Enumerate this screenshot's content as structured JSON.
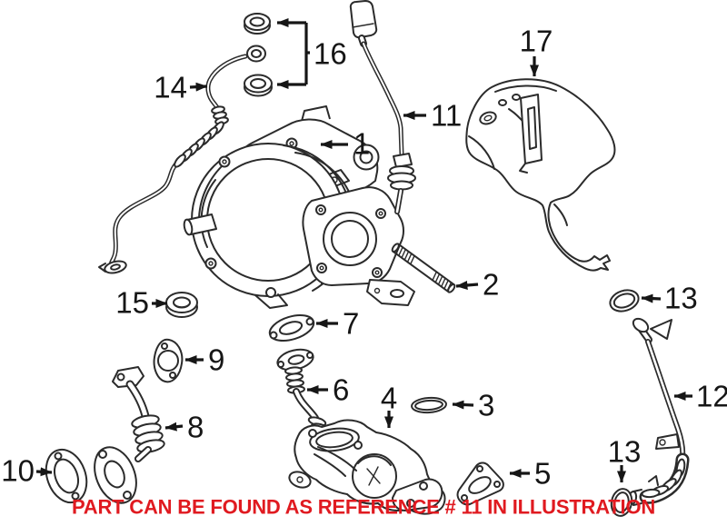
{
  "diagram": {
    "background_color": "#ffffff",
    "line_color": "#2b2b2b",
    "label_color": "#161616",
    "part_labels": {
      "p1": "1",
      "p2": "2",
      "p3": "3",
      "p4": "4",
      "p5": "5",
      "p6": "6",
      "p7": "7",
      "p8": "8",
      "p9": "9",
      "p10": "10",
      "p11": "11",
      "p12": "12",
      "p13_upper": "13",
      "p13_lower": "13",
      "p14": "14",
      "p15": "15",
      "p16": "16",
      "p17": "17"
    },
    "caption": {
      "text": "PART CAN BE FOUND AS REFERENCE # 11 IN ILLUSTRATION",
      "color": "#e01a20"
    }
  }
}
